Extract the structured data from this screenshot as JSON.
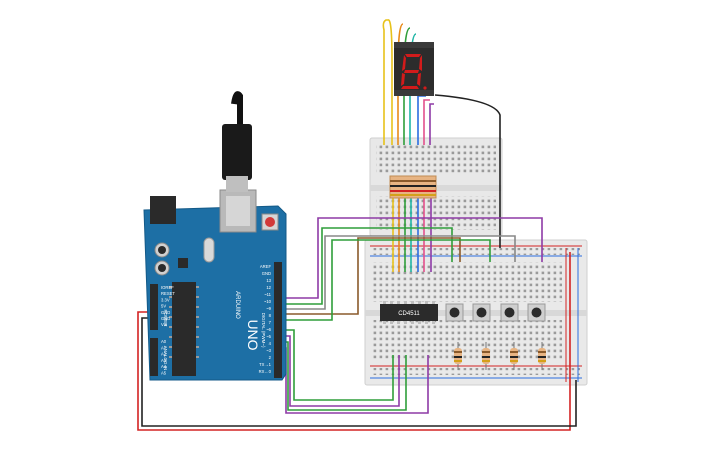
{
  "arduino": {
    "brand": "ARDUINO",
    "model": "UNO",
    "digital_label": "DIGITAL (PWM~)",
    "power_label": "POWER",
    "analog_label": "ANALOG IN",
    "header_top": [
      "AREF",
      "GND",
      "13",
      "12",
      "~11",
      "~10",
      "~9",
      "8",
      "7",
      "~6",
      "~5",
      "4",
      "~3",
      "2",
      "TX→1",
      "RX←0"
    ],
    "header_left": [
      "IOREF",
      "RESET",
      "3.3V",
      "5V",
      "GND",
      "GND",
      "Vin"
    ],
    "analog_pins": [
      "A0",
      "A1",
      "A2",
      "A3",
      "A4",
      "A5"
    ]
  },
  "chip": {
    "label": "CD4511"
  },
  "display": {
    "digit": "8"
  },
  "colors": {
    "board": "#1d6fa5",
    "breadboard": "#e9e9e9",
    "wire_red": "#d32323",
    "wire_black": "#222222",
    "wire_purple": "#8e3aa6",
    "wire_green": "#2f9e3a",
    "wire_brown": "#8a5a2b",
    "wire_gray": "#888888",
    "wire_yellow": "#e7c21a",
    "wire_orange": "#e88a1a",
    "wire_teal": "#1fb5a5",
    "wire_blue": "#2b6de0",
    "wire_pink": "#e2508c",
    "seg_red": "#d21b1b"
  },
  "icons": [
    "usb-plug-icon",
    "seven-segment-icon",
    "pushbutton-icon",
    "resistor-icon"
  ]
}
